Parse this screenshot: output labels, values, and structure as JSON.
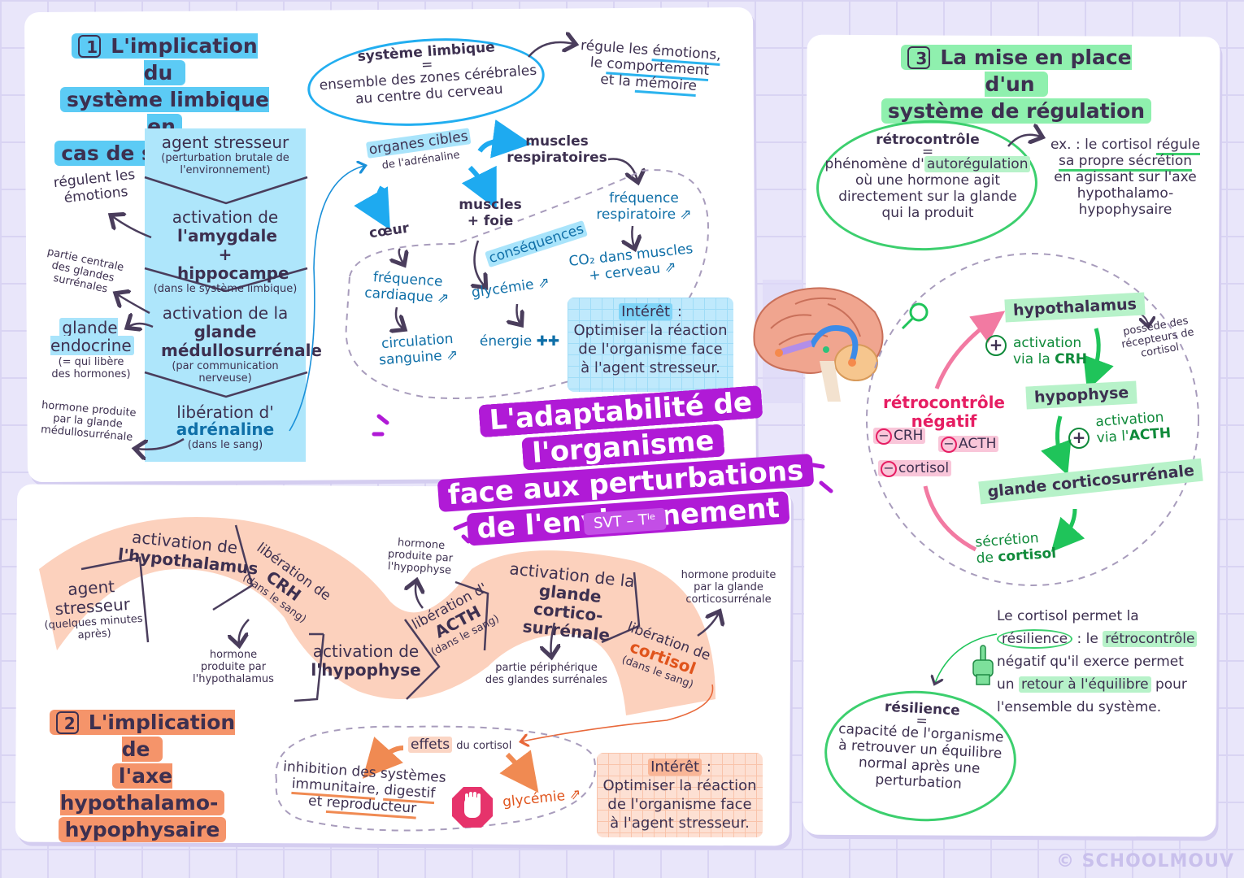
{
  "main_title": {
    "line1": "L'adaptabilité de l'organisme",
    "line2": "face aux perturbations",
    "line3": "de l'environnement",
    "badge": "SVT – Tˡᵉ"
  },
  "colors": {
    "section1": "#5ccbf5",
    "section2": "#f5946a",
    "section3": "#8ff0ae",
    "title_bg": "#b01ad6",
    "negative_feedback": "#e61e63",
    "background": "#e9e6fa"
  },
  "section1": {
    "number": "1",
    "title_line1": "L'implication du",
    "title_line2": "système limbique en",
    "title_line3": "cas de stress aigu",
    "steps": [
      {
        "main": "agent stresseur",
        "sub": "(perturbation brutale de l'environnement)"
      },
      {
        "main_pre": "activation de",
        "main_bold": "l'amygdale + hippocampe",
        "sub": "(dans le système limbique)"
      },
      {
        "main_pre": "activation de la",
        "main_bold": "glande médullosurrénale",
        "sub": "(par communication nerveuse)"
      },
      {
        "main_pre": "libération d'",
        "main_bold": "adrénaline",
        "sub": "(dans le sang)"
      }
    ],
    "annotations": {
      "regulent": "régulent les émotions",
      "partie_centrale": "partie centrale des glandes surrénales",
      "glande_endocrine": "glande endocrine",
      "glande_endocrine_def": "(= qui libère des hormones)",
      "hormone_produite": "hormone produite par la glande médullosurrénale"
    },
    "limbic_def": {
      "term": "système limbique",
      "equals": "=",
      "definition": "ensemble des zones cérébrales au centre du cerveau",
      "regule_pre": "régule les",
      "emotions": "émotions,",
      "le": "le",
      "comportement": "comportement",
      "et_la": "et la",
      "memoire": "mémoire"
    },
    "targets": {
      "organes_cibles": "organes cibles",
      "de_adrenaline": "de l'adrénaline",
      "coeur": "cœur",
      "muscles_foie": "muscles + foie",
      "muscles_respi": "muscles respiratoires",
      "consequences": "conséquences",
      "freq_cardiaque": "fréquence cardiaque ⇗",
      "circulation": "circulation sanguine ⇗",
      "glycemie": "glycémie ⇗",
      "energie": "énergie ✚✚",
      "freq_respi": "fréquence respiratoire ⇗",
      "co2": "CO₂ dans muscles + cerveau ⇗"
    },
    "interet": {
      "label": "Intérêt",
      "colon": " :",
      "text": "Optimiser la réaction de l'organisme face à l'agent stresseur."
    }
  },
  "section2": {
    "number": "2",
    "title_line1": "L'implication de",
    "title_line2": "l'axe hypothalamo-",
    "title_line3": "hypophysaire",
    "steps": [
      {
        "main": "agent stresseur",
        "sub": "(quelques minutes après)"
      },
      {
        "main_pre": "activation de",
        "main_bold": "l'hypothalamus"
      },
      {
        "main_pre": "libération de",
        "main_bold": "CRH",
        "sub": "(dans le sang)"
      },
      {
        "main_pre": "activation de",
        "main_bold": "l'hypophyse"
      },
      {
        "main_pre": "libération d'",
        "main_bold": "ACTH",
        "sub": "(dans le sang)"
      },
      {
        "main_pre": "activation de la",
        "main_bold": "glande cortico-surrénale"
      },
      {
        "main_pre": "libération de",
        "main_bold": "cortisol",
        "sub": "(dans le sang)"
      }
    ],
    "annotations": {
      "hormone_hypothalamus": "hormone produite par l'hypothalamus",
      "hormone_hypophyse": "hormone produite par l'hypophyse",
      "partie_peripherique": "partie périphérique des glandes surrénales",
      "hormone_cortico": "hormone produite par la glande corticosurrénale"
    },
    "effects": {
      "effets": "effets",
      "du_cortisol": "du cortisol",
      "inhibition_pre": "inhibition des systèmes",
      "immunitaire": "immunitaire",
      "digestif": "digestif",
      "et": "et",
      "reproducteur": "reproducteur",
      "glycemie": "glycémie ⇗",
      "stop_icon": "stop-hand-icon"
    },
    "interet": {
      "label": "Intérêt",
      "colon": " :",
      "text": "Optimiser la réaction de l'organisme face à l'agent stresseur."
    }
  },
  "section3": {
    "number": "3",
    "title_line1": "La mise en place d'un",
    "title_line2": "système de régulation",
    "retro_def": {
      "term": "rétrocontrôle",
      "equals": "=",
      "def_pre": "phénomène d'",
      "def_hl": "autorégulation",
      "def_post": "où une hormone agit directement sur la glande qui la produit"
    },
    "example": {
      "pre": "ex. : le cortisol",
      "regule": "régule",
      "sa_propre": "sa propre sécrétion",
      "post": "en agissant sur l'axe hypothalamo-hypophysaire"
    },
    "loop": {
      "hypothalamus": "hypothalamus",
      "recepteurs": "possède des récepteurs de cortisol",
      "activation_crh_1": "activation",
      "activation_crh_2": "via la",
      "crh": "CRH",
      "hypophyse": "hypophyse",
      "activation_acth_1": "activation",
      "activation_acth_2": "via l'",
      "acth": "ACTH",
      "glande": "glande corticosurrénale",
      "secretion_1": "sécrétion",
      "secretion_2": "de",
      "cortisol": "cortisol",
      "retro_neg_1": "rétrocontrôle",
      "retro_neg_2": "négatif",
      "minus_crh": "CRH",
      "minus_acth": "ACTH",
      "minus_cortisol": "cortisol"
    },
    "resilience_text": {
      "line1": "Le cortisol permet la",
      "resilience": "résilience",
      "colon_le": " : le",
      "retro": "rétrocontrôle",
      "line3": "négatif qu'il exerce permet",
      "un": "un",
      "retour": "retour à l'équilibre",
      "pour": "pour",
      "line5": "l'ensemble du système."
    },
    "resilience_def": {
      "term": "résilience",
      "equals": "=",
      "definition": "capacité de l'organisme à retrouver un équilibre normal après une perturbation"
    }
  },
  "watermark": "© SCHOOLMOUV"
}
